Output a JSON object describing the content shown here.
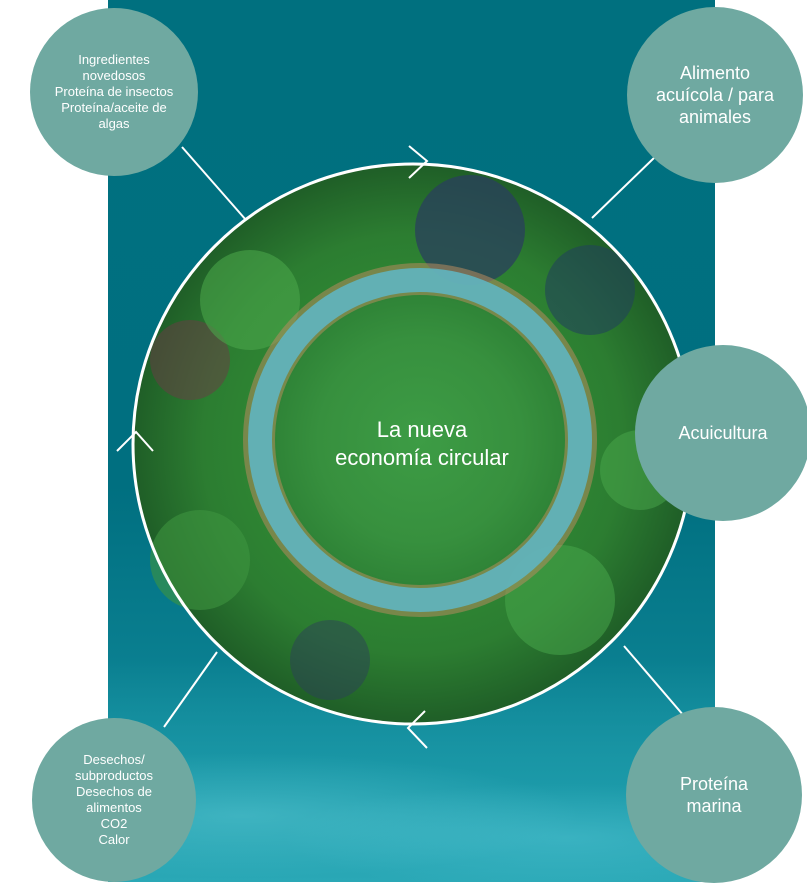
{
  "colors": {
    "panel": "#00707f",
    "bubble": "#6fa9a1",
    "connector": "#ffffff",
    "text": "#ffffff"
  },
  "center": {
    "line1": "La nueva",
    "line2": "economía circular"
  },
  "nodes": {
    "inputs": {
      "lines": [
        "Ingredientes",
        "novedosos",
        "Proteína de insectos",
        "Proteína/aceite de",
        "algas"
      ]
    },
    "feed": {
      "lines": [
        "Alimento",
        "acuícola / para",
        "animales"
      ]
    },
    "aquaculture": {
      "lines": [
        "Acuicultura"
      ]
    },
    "marine_protein": {
      "lines": [
        "Proteína",
        "marina"
      ]
    },
    "waste": {
      "lines": [
        "Desechos/",
        "subproductos",
        "Desechos de",
        "alimentos",
        "CO2",
        "Calor"
      ]
    }
  }
}
